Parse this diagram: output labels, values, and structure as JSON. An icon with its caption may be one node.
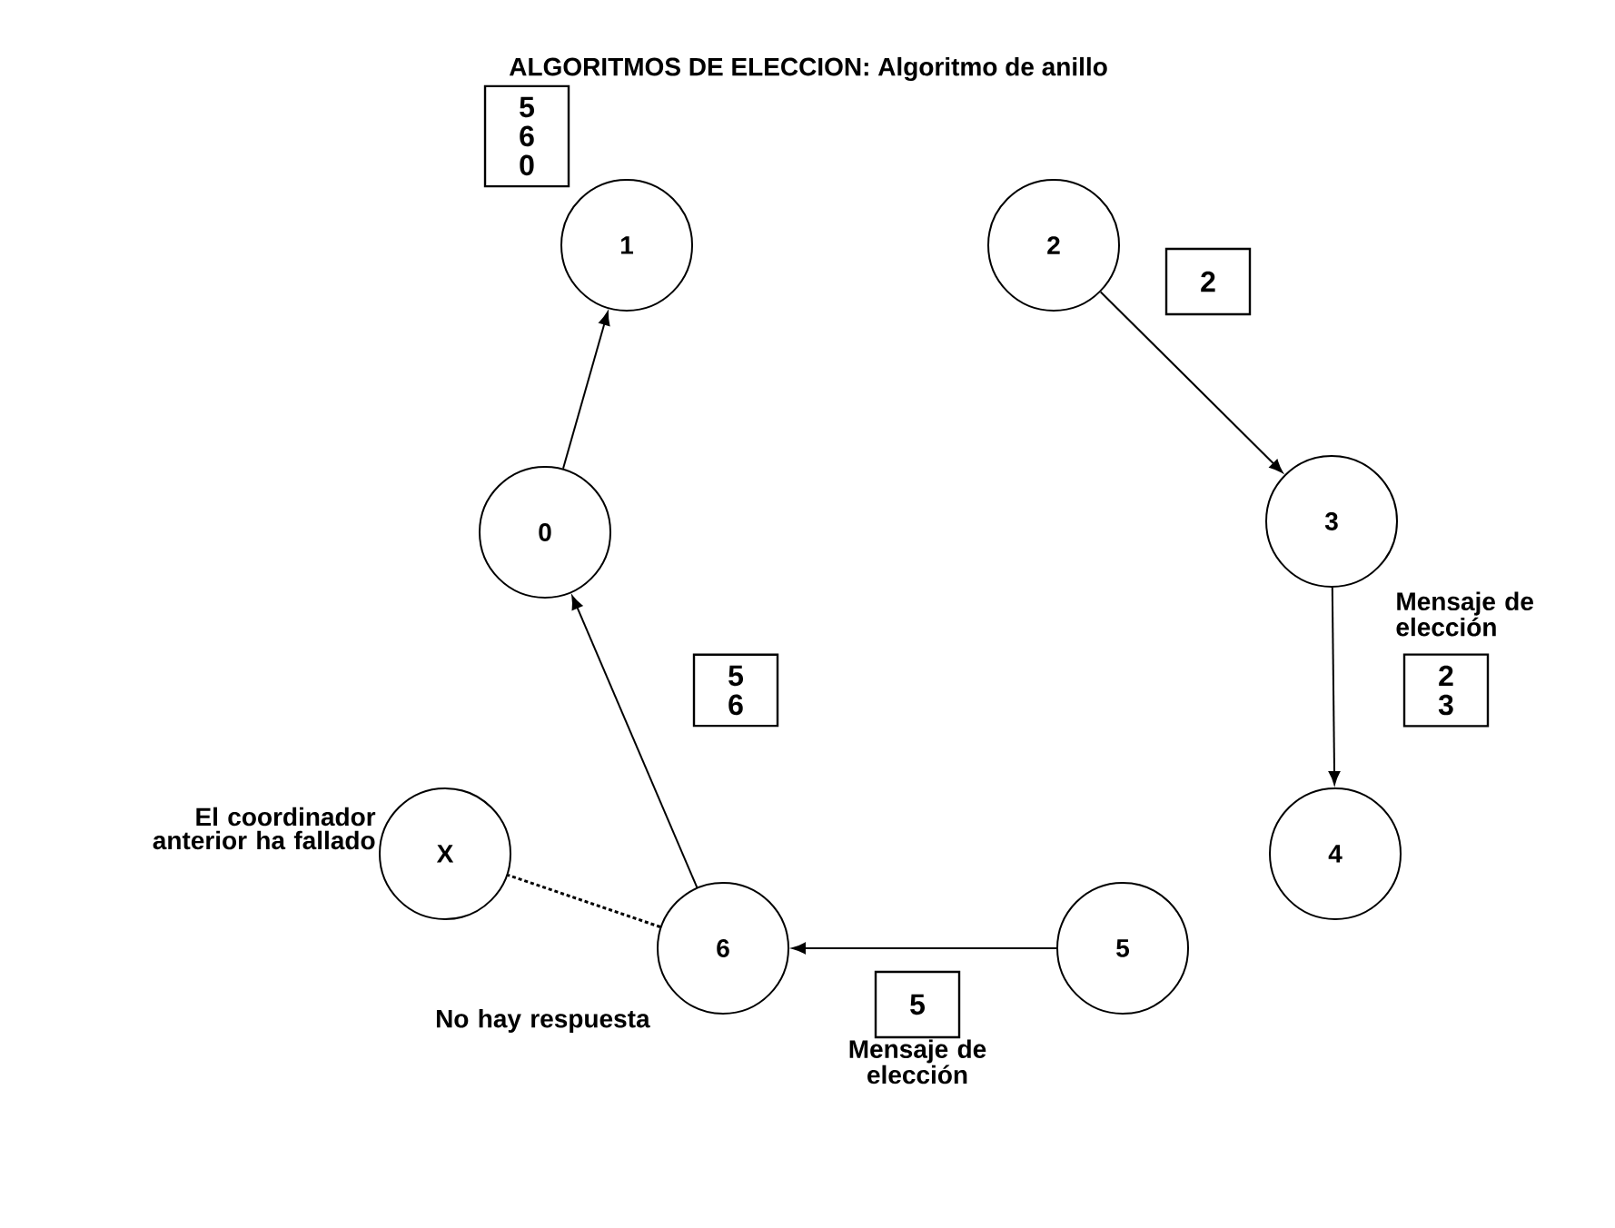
{
  "diagram": {
    "title": "ALGORITMOS DE ELECCION: Algoritmo de anillo",
    "nodes": [
      {
        "text": [
          "1"
        ]
      },
      {
        "text": [
          "2"
        ]
      },
      {
        "text": [
          "5 6 0"
        ]
      },
      {
        "text": [
          "2"
        ]
      },
      {
        "text": [
          "0"
        ]
      },
      {
        "text": [
          "3"
        ],
        "beside": [
          "Mensaje de elección"
        ]
      },
      {
        "text": [
          "2 3"
        ]
      },
      {
        "text": [
          "5 6"
        ]
      },
      {
        "text": [
          "X"
        ],
        "beside": [
          "El coordinador anterior ha fallado"
        ]
      },
      {
        "text": [
          "4"
        ]
      },
      {
        "text": [
          "6"
        ],
        "beside": [
          "No hay respuesta"
        ]
      },
      {
        "text": [
          "5"
        ]
      },
      {
        "text": [
          "5"
        ],
        "beside": [
          "Mensaje de elección"
        ]
      }
    ],
    "edges": [
      {
        "from": 4,
        "to": 0,
        "arrow": "to"
      },
      {
        "from": 1,
        "to": 5,
        "arrow": "to"
      },
      {
        "from": 5,
        "to": 9,
        "arrow": "to"
      },
      {
        "from": 11,
        "to": 10,
        "arrow": "to"
      },
      {
        "from": 10,
        "to": 4,
        "arrow": "to"
      },
      {
        "from": 10,
        "to": 8,
        "arrow": "none",
        "style": "dashed"
      }
    ]
  }
}
